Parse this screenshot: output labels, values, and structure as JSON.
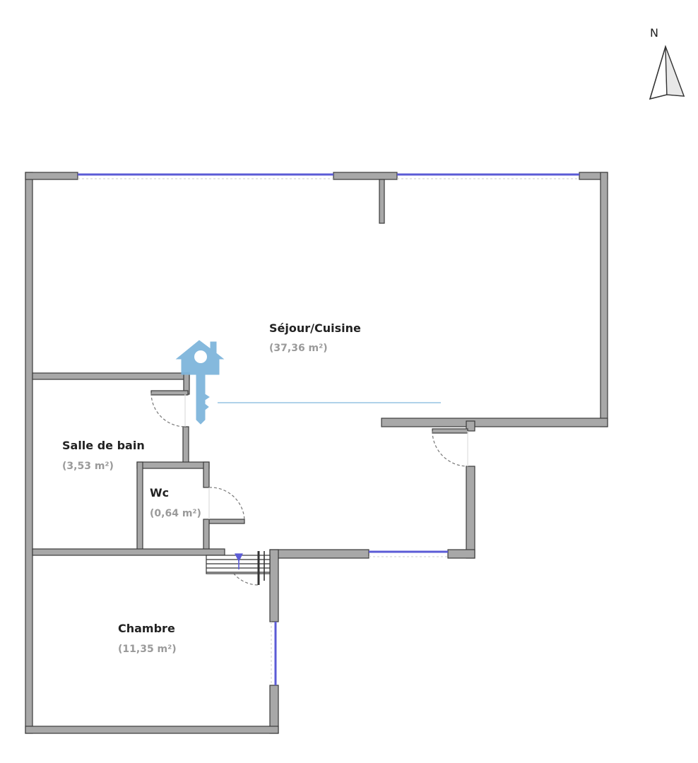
{
  "compass": {
    "label": "N",
    "icon": "north-arrow-icon"
  },
  "rooms": {
    "sejour": {
      "name": "Séjour/Cuisine",
      "area": "(37,36 m²)"
    },
    "salle_de_bain": {
      "name": "Salle de bain",
      "area": "(3,53 m²)"
    },
    "wc": {
      "name": "Wc",
      "area": "(0,64 m²)"
    },
    "chambre": {
      "name": "Chambre",
      "area": "(11,35 m²)"
    }
  },
  "marker": {
    "icon": "house-key-icon"
  },
  "colors": {
    "wall_fill": "#a8a8a8",
    "wall_stroke": "#3a3a3a",
    "window": "#5b5bd6",
    "marker": "#7fb6dc",
    "door_arc": "#777777"
  }
}
